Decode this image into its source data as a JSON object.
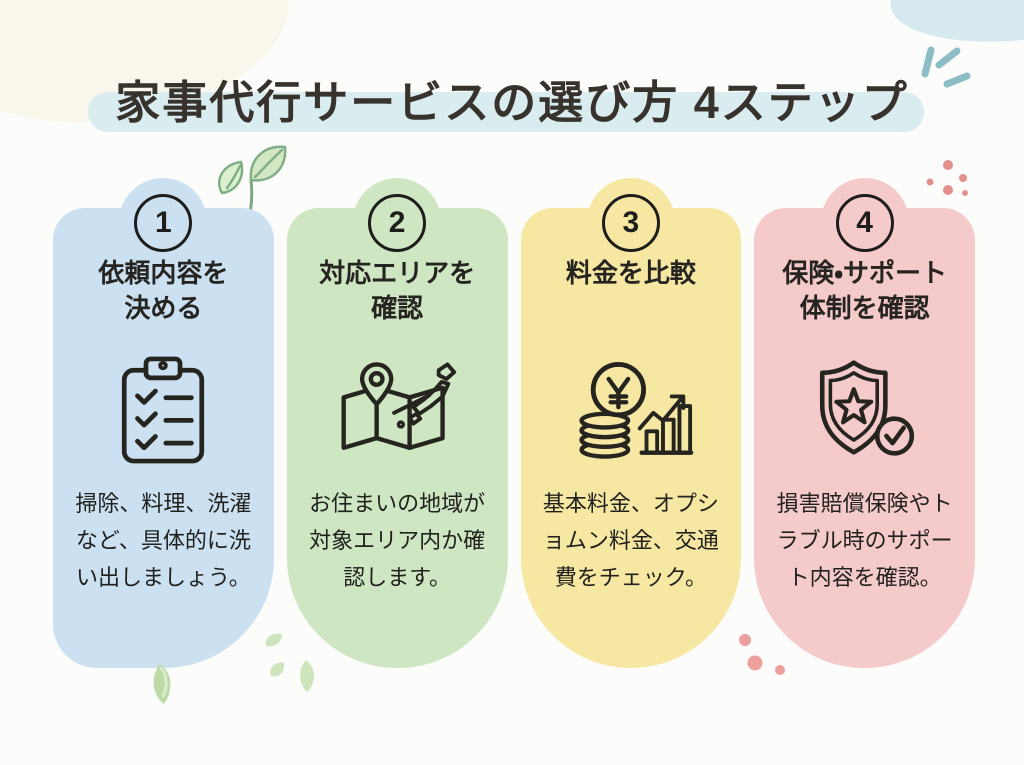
{
  "page": {
    "title": "家事代行サービスの選び方 4ステップ",
    "title_highlight_color": "#d9ecef",
    "background_color": "#fcfcfa"
  },
  "steps": [
    {
      "number": "1",
      "title": "依頼内容を\n決める",
      "description": "掃除、料理、洗濯など、具体的に洗い出しましょう。",
      "icon": "clipboard-checklist-icon",
      "color": "#cbe0f0"
    },
    {
      "number": "2",
      "title": "対応エリアを\n確認",
      "description": "お住まいの地域が対象エリア内か確認します。",
      "icon": "map-location-pin-icon",
      "color": "#cfe6c2"
    },
    {
      "number": "3",
      "title": "料金を比較",
      "description": "基本料金、オプショムン料金、交通費をチェック。",
      "icon": "yen-coins-chart-icon",
      "color": "#f6e7a2"
    },
    {
      "number": "4",
      "title": "保険・サポート\n体制を確認",
      "description": "損害賠償保険やトラブル時のサポート内容を確認。",
      "icon": "shield-star-check-icon",
      "color": "#f5caca"
    }
  ],
  "decorations": {
    "sparkle_color": "#8cbcc6",
    "leaf_outline_color": "#7fae87",
    "leaf_fill_color": "#d5e8c5",
    "pink_dot_color": "#e2908e",
    "green_petal_color": "#cde4bc"
  }
}
